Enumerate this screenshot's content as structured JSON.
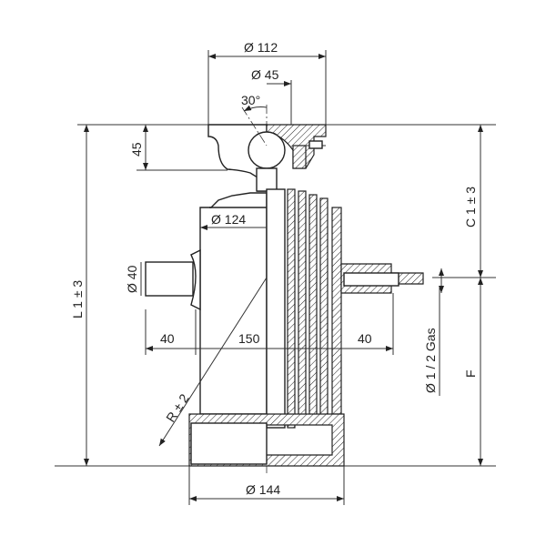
{
  "drawing": {
    "dimensions": {
      "head_diameter": "Ø 112",
      "ball_diameter": "Ø 45",
      "ball_angle": "30°",
      "head_height": "45",
      "body_diameter": "Ø 124",
      "pin_diameter": "Ø 40",
      "left_offset": "40",
      "body_width": "150",
      "right_offset": "40",
      "radius": "R ± 2",
      "overall_length": "L 1 ± 3",
      "stroke_length": "C 1 ± 3",
      "port_thread": "Ø 1 / 2  Gas",
      "port_height": "F",
      "base_diameter": "Ø 144"
    },
    "line_color": "#222222"
  }
}
